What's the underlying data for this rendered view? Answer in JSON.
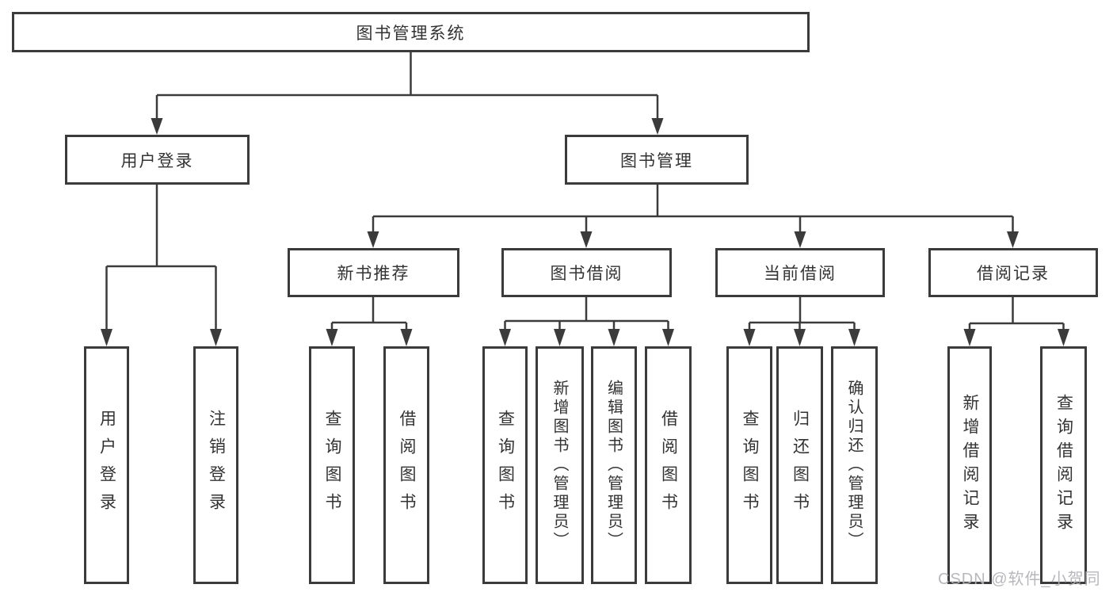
{
  "diagram": {
    "root": {
      "label": "图书管理系统"
    },
    "level2": [
      {
        "label": "用户登录"
      },
      {
        "label": "图书管理"
      }
    ],
    "level3": [
      {
        "label": "新书推荐"
      },
      {
        "label": "图书借阅"
      },
      {
        "label": "当前借阅"
      },
      {
        "label": "借阅记录"
      }
    ],
    "leaves": {
      "user_login": [
        {
          "label": "用户登录"
        },
        {
          "label": "注销登录"
        }
      ],
      "new_book": [
        {
          "label": "查询图书"
        },
        {
          "label": "借阅图书"
        }
      ],
      "book_borrow": [
        {
          "label": "查询图书"
        },
        {
          "label": "新增图书（管理员）"
        },
        {
          "label": "编辑图书（管理员）"
        },
        {
          "label": "借阅图书"
        }
      ],
      "current_borrow": [
        {
          "label": "查询图书"
        },
        {
          "label": "归还图书"
        },
        {
          "label": "确认归还（管理员）"
        }
      ],
      "borrow_records": [
        {
          "label": "新增借阅记录"
        },
        {
          "label": "查询借阅记录"
        }
      ]
    }
  },
  "watermark": {
    "text": "CSDN @软件_小贺同学"
  },
  "colors": {
    "line": "#3b3b3b",
    "text": "#333333",
    "box_background": "#ffffff",
    "page_background": "#ffffff",
    "watermark": "#b1b1b8"
  }
}
